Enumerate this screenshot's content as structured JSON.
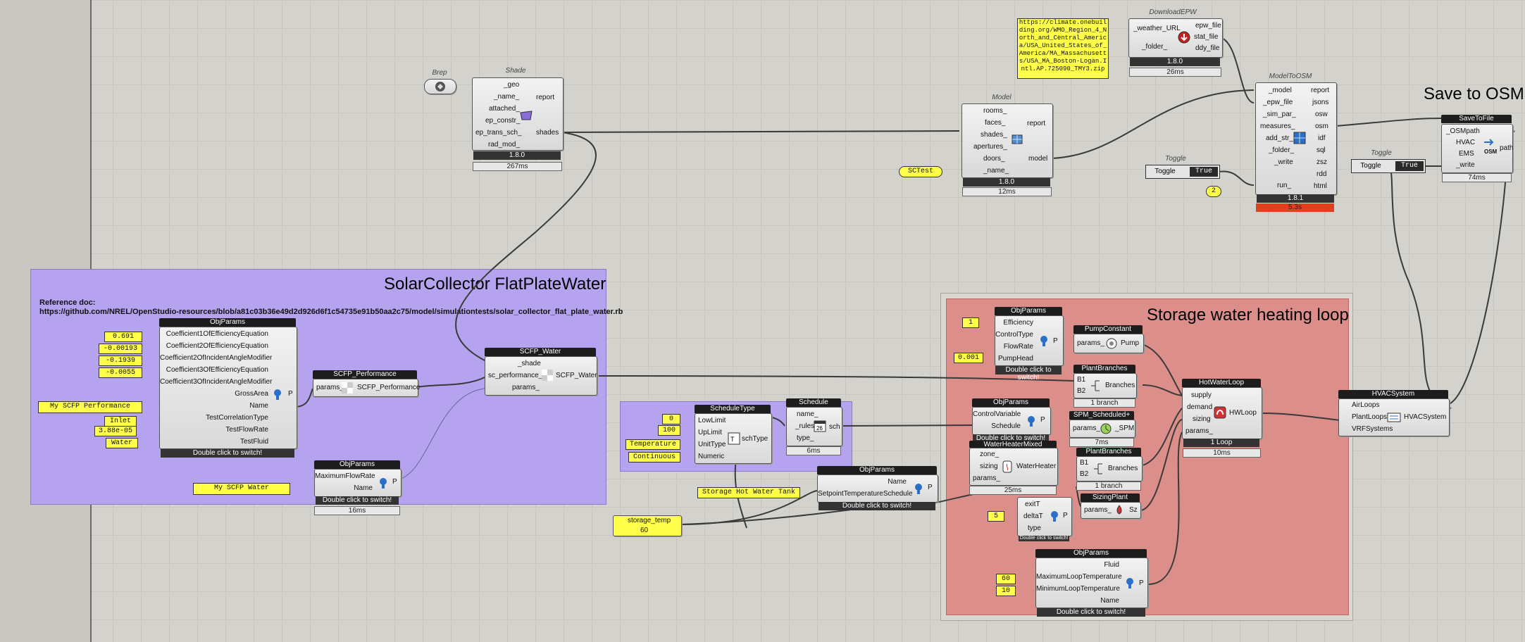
{
  "colors": {
    "purple_group": "#b5a3ef",
    "red_group": "#dc8f8a",
    "panel_yellow": "#ffff4a",
    "header_dark": "#1d1d1d"
  },
  "groups": {
    "solar": {
      "title": "SolarCollector FlatPlateWater",
      "ref_label": "Reference doc:",
      "ref_url": "https://github.com/NREL/OpenStudio-resources/blob/a81c03b36e49d2d926d6f1c54735e91b50aa2c75/model/simulationtests/solar_collector_flat_plate_water.rb"
    },
    "storage": {
      "title": "Storage water heating loop"
    },
    "save": {
      "title": "Save to OSM"
    }
  },
  "nodes": {
    "brep": {
      "caption": "Brep"
    },
    "shade": {
      "caption": "Shade",
      "inputs": [
        "_geo",
        "_name_",
        "attached_",
        "ep_constr_",
        "ep_trans_sch_",
        "rad_mod_"
      ],
      "outputs": [
        "report",
        "shades"
      ],
      "version": "1.8.0",
      "time": "267ms"
    },
    "download_epw": {
      "caption": "DownloadEPW",
      "inputs": [
        "_weather_URL",
        "_folder_"
      ],
      "outputs": [
        "epw_file",
        "stat_file",
        "ddy_file"
      ],
      "version": "1.8.0",
      "time": "26ms"
    },
    "model": {
      "caption": "Model",
      "inputs": [
        "rooms_",
        "faces_",
        "shades_",
        "apertures_",
        "doors_",
        "_name_"
      ],
      "outputs": [
        "report",
        "model"
      ],
      "version": "1.8.0",
      "time": "12ms"
    },
    "model_to_osm": {
      "caption": "ModelToOSM",
      "inputs": [
        "_model",
        "_epw_file",
        "_sim_par_",
        "measures_",
        "add_str_",
        "_folder_",
        "_write",
        "run_"
      ],
      "outputs": [
        "report",
        "jsons",
        "osw",
        "osm",
        "idf",
        "sql",
        "zsz",
        "rdd",
        "html"
      ],
      "version": "1.8.1",
      "time": "5.3s"
    },
    "toggle_a": {
      "caption": "Toggle",
      "label": "Toggle",
      "value": "True"
    },
    "toggle_b": {
      "caption": "Toggle",
      "label": "Toggle",
      "value": "True"
    },
    "save_to_file": {
      "header": "SaveToFile",
      "inputs": [
        "_OSMpath",
        "HVAC",
        "EMS",
        "_write"
      ],
      "outputs": [
        "path"
      ],
      "icon_label": "OSM",
      "time": "74ms"
    },
    "obj_params_solar": {
      "header": "ObjParams",
      "inputs": [
        "Coefficient1OfEfficiencyEquation",
        "Coefficient2OfEfficiencyEquation",
        "Coefficient2OfIncidentAngleModifier",
        "Coefficient3OfEfficiencyEquation",
        "Coefficient3OfIncidentAngleModifier",
        "GrossArea",
        "Name",
        "TestCorrelationType",
        "TestFlowRate",
        "TestFluid"
      ],
      "outputs": [
        "P"
      ],
      "footer": "Double click to switch!"
    },
    "scfp_performance": {
      "header": "SCFP_Performance",
      "inputs": [
        "params_"
      ],
      "outputs": [
        "SCFP_Performance"
      ]
    },
    "scfp_water": {
      "header": "SCFP_Water",
      "inputs": [
        "_shade",
        "sc_performance_",
        "params_"
      ],
      "outputs": [
        "SCFP_Water"
      ]
    },
    "obj_params_flow": {
      "header": "ObjParams",
      "inputs": [
        "MaximumFlowRate",
        "Name"
      ],
      "outputs": [
        "P"
      ],
      "footer": "Double click to switch!",
      "time": "16ms"
    },
    "schedule_type": {
      "header": "ScheduleType",
      "inputs": [
        "LowLimit",
        "UpLimit",
        "UnitType",
        "Numeric"
      ],
      "outputs": [
        "schType"
      ]
    },
    "schedule": {
      "header": "Schedule",
      "inputs": [
        "name_",
        "_rules",
        "type_"
      ],
      "outputs": [
        "sch"
      ],
      "time": "6ms"
    },
    "obj_params_setpoint": {
      "header": "ObjParams",
      "inputs": [
        "Name",
        "SetpointTemperatureSchedule"
      ],
      "outputs": [
        "P"
      ],
      "footer": "Double click to switch!"
    },
    "obj_params_pump": {
      "header": "ObjParams",
      "inputs": [
        "Efficiency",
        "ControlType",
        "FlowRate",
        "PumpHead"
      ],
      "outputs": [
        "P"
      ],
      "footer": "Double click to switch!"
    },
    "pump_constant": {
      "header": "PumpConstant",
      "inputs": [
        "params_"
      ],
      "outputs": [
        "Pump"
      ]
    },
    "plant_branches_1": {
      "header": "PlantBranches",
      "inputs": [
        "B1",
        "B2"
      ],
      "outputs": [
        "Branches"
      ],
      "footer": "1 branch"
    },
    "obj_params_control": {
      "header": "ObjParams",
      "inputs": [
        "ControlVariable",
        "Schedule"
      ],
      "outputs": [
        "P"
      ],
      "footer": "Double click to switch!"
    },
    "spm_scheduled": {
      "header": "SPM_Scheduled+",
      "inputs": [
        "params_"
      ],
      "outputs": [
        "_SPM"
      ],
      "time": "7ms"
    },
    "water_heater": {
      "header": "WaterHeaterMixed",
      "inputs": [
        "zone_",
        "sizing",
        "params_"
      ],
      "outputs": [
        "WaterHeater"
      ],
      "time": "25ms"
    },
    "plant_branches_2": {
      "header": "PlantBranches",
      "inputs": [
        "B1",
        "B2"
      ],
      "outputs": [
        "Branches"
      ],
      "footer": "1 branch"
    },
    "sizing_plant": {
      "header": "SizingPlant",
      "inputs": [
        "params_"
      ],
      "outputs": [
        "Sz"
      ]
    },
    "sizing_params": {
      "inputs": [
        "exitT",
        "deltaT",
        "type"
      ],
      "outputs": [
        "P"
      ],
      "footer": "Double click to switch!"
    },
    "hot_water_loop": {
      "header": "HotWaterLoop",
      "inputs": [
        "supply",
        "demand",
        "sizing",
        "params_"
      ],
      "outputs": [
        "HWLoop"
      ],
      "footer": "1 Loop",
      "time": "10ms"
    },
    "obj_params_loop": {
      "header": "ObjParams",
      "inputs": [
        "Fluid",
        "MaximumLoopTemperature",
        "MinimumLoopTemperature",
        "Name"
      ],
      "outputs": [
        "P"
      ],
      "footer": "Double click to switch!"
    },
    "hvac_system": {
      "header": "HVACSystem",
      "inputs": [
        "AirLoops",
        "PlantLoops",
        "VRFSystems"
      ],
      "outputs": [
        "HVACSystem"
      ]
    }
  },
  "panels": {
    "weather_url": "https://climate.onebuilding.org/WMO_Region_4_North_and_Central_America/USA_United_States_of_America/MA_Massachusetts/USA_MA_Boston-Logan.Intl.AP.725090_TMY3.zip",
    "model_name": "SCTest",
    "run_value": "2",
    "coef1": "0.691",
    "coef2": "-0.00193",
    "coef3": "-0.1939",
    "coef4": "-0.0055",
    "scfp_name": "My SCFP Performance",
    "corr_type": "Inlet",
    "flow_rate": "3.88e-05",
    "fluid": "Water",
    "water_name": "My SCFP Water",
    "low_limit": "0",
    "up_limit": "100",
    "unit_type": "Temperature",
    "numeric": "Continuous",
    "tank_name": "Storage Hot Water Tank",
    "storage_temp_label": "storage_temp",
    "storage_temp_value": "60",
    "pump_eff": "1",
    "pump_head": "0.001",
    "delta_t": "5",
    "max_loop_t": "60",
    "min_loop_t": "10"
  }
}
